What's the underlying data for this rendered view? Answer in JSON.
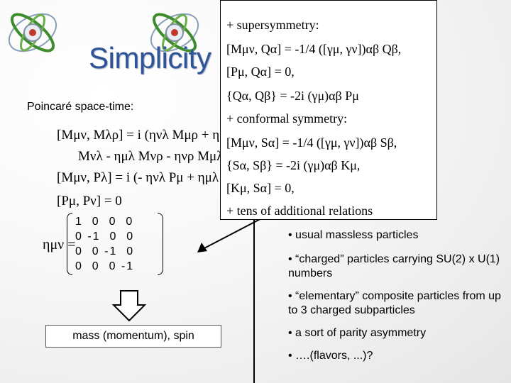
{
  "slide": {
    "title": "Simplicity",
    "poincare_label": "Poincaré space-time:",
    "comm_mm_a": "[Mμν, Mλρ] = i (ηνλ Mμρ + ημ",
    "comm_mm_b": "Mνλ - ημλ Mνρ - ηνρ Mμλ),",
    "comm_mp": "[Mμν, Pλ] = i (- ηνλ Pμ + ημλ P",
    "comm_pp": "[Pμ, Pν] = 0",
    "metric_label": "ημν =",
    "metric_rows": [
      "1  0  0  0",
      "0 -1  0  0",
      "0  0 -1  0",
      "0  0  0 -1"
    ],
    "result_box": "mass (momentum), spin"
  },
  "overlay": {
    "susy_title": "+ supersymmetry:",
    "susy_1": "[Mμν, Qα] = -1/4 ([γμ, γν])αβ Qβ,",
    "susy_2": "[Pμ, Qα] = 0,",
    "susy_3": "{Qα, Qβ} = -2i (γμ)αβ Pμ",
    "conf_title": "+ conformal symmetry:",
    "conf_1": "[Mμν, Sα] = -1/4 ([γμ, γν])αβ Sβ,",
    "conf_2": "{Sα, Sβ} = -2i (γμ)αβ Kμ,",
    "conf_3": "[Kμ, Sα] = 0,",
    "tens": "+ tens of additional relations"
  },
  "bullets": [
    "• usual massless particles",
    "• “charged” particles carrying SU(2) x U(1) numbers",
    "• “elementary” composite particles from up to 3 charged subparticles",
    "• a sort of parity asymmetry",
    "• ….(flavors, ...)?"
  ],
  "colors": {
    "title": "#2f5597",
    "logo_green": "#3c8c2c",
    "logo_red": "#c0392b"
  }
}
